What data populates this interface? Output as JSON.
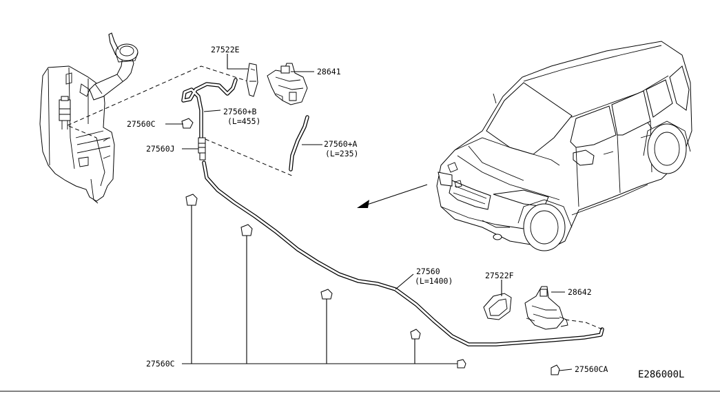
{
  "diagram_code": "E286000L",
  "callouts": {
    "c27522E": "27522E",
    "c28641": "28641",
    "c27560B": "27560+B",
    "c27560B_len": "(L=455)",
    "c27560C_top": "27560C",
    "c27560J": "27560J",
    "c27560A": "27560+A",
    "c27560A_len": "(L=235)",
    "c27560": "27560",
    "c27560_len": "(L=1400)",
    "c27522F": "27522F",
    "c28642": "28642",
    "c27560C_bottom": "27560C",
    "c27560CA": "27560CA"
  }
}
